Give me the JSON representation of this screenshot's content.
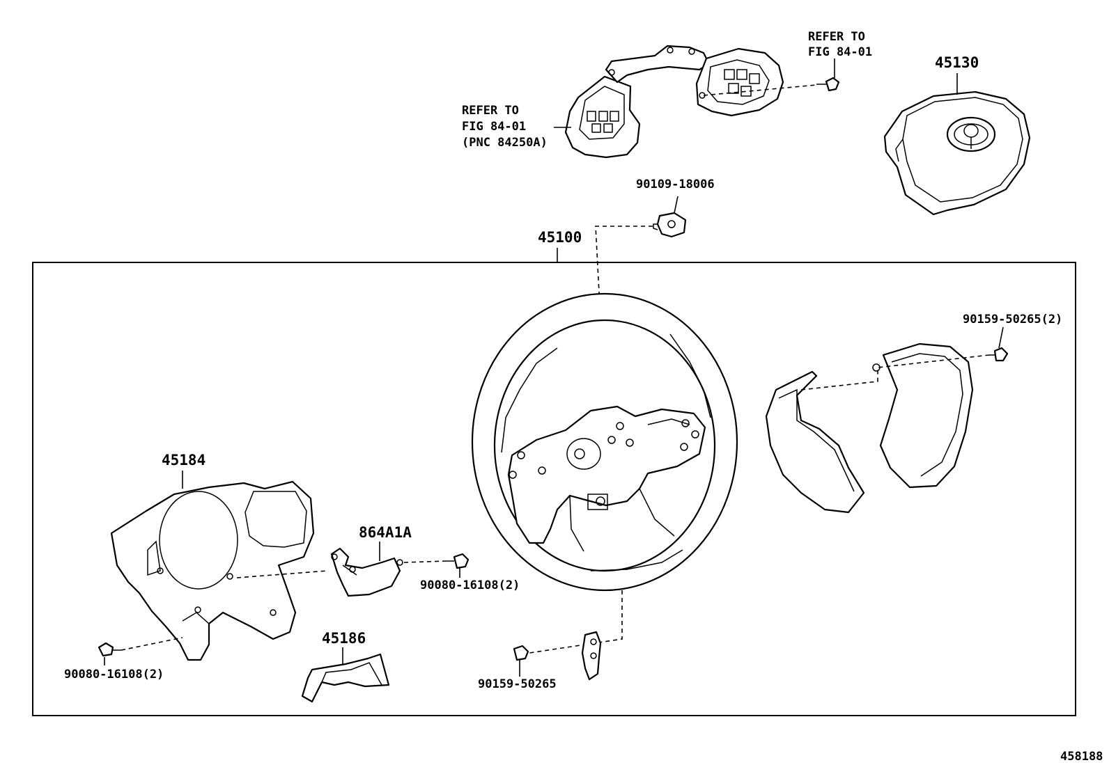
{
  "labels": {
    "refer_top_right_1": "REFER TO",
    "refer_top_right_2": "FIG 84-01",
    "refer_left_1": "REFER TO",
    "refer_left_2": "FIG 84-01",
    "refer_left_3": "(PNC 84250A)",
    "p45130": "45130",
    "p90109_18006": "90109-18006",
    "p45100": "45100",
    "p90159_50265_2": "90159-50265(2)",
    "p45184": "45184",
    "p864A1A": "864A1A",
    "p90080_16108_2_mid": "90080-16108(2)",
    "p90080_16108_2_left": "90080-16108(2)",
    "p45186": "45186",
    "p90159_50265": "90159-50265",
    "figure_number": "458188"
  },
  "icons": [
    "toyota-emblem-icon",
    "bolt-icon",
    "screw-icon",
    "nut-icon"
  ]
}
